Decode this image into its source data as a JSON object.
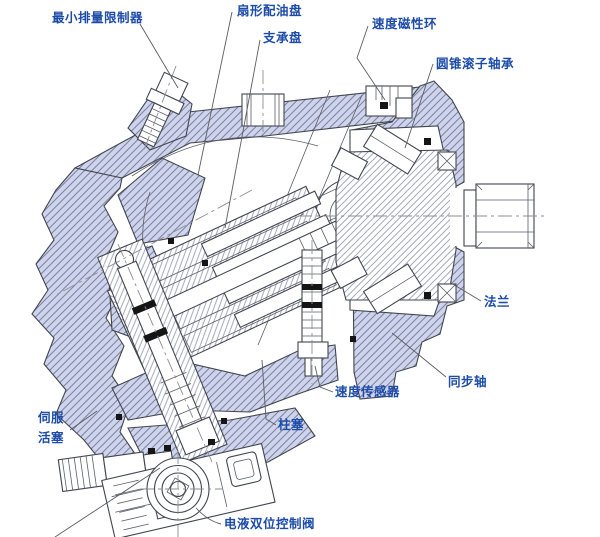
{
  "diagram": {
    "labels": {
      "min_displacement_limiter": "最小排量限制器",
      "fan_valve_plate": "扇形配油盘",
      "support_plate": "支承盘",
      "speed_magnetic_ring": "速度磁性环",
      "tapered_roller_bearing": "圆锥滚子轴承",
      "flange": "法兰",
      "synchronous_shaft": "同步轴",
      "speed_sensor": "速度传感器",
      "plunger": "柱塞",
      "servo_piston_line1": "伺服",
      "servo_piston_line2": "活塞",
      "electrohydraulic_valve": "电液双位控制阀"
    },
    "colors": {
      "background": "#ffffff",
      "section_fill": "#cfd4ee",
      "hatch_line": "#7e8398",
      "outline": "#41454f",
      "label_text": "#1c4ba8",
      "leader_line": "#5a5d64"
    }
  }
}
